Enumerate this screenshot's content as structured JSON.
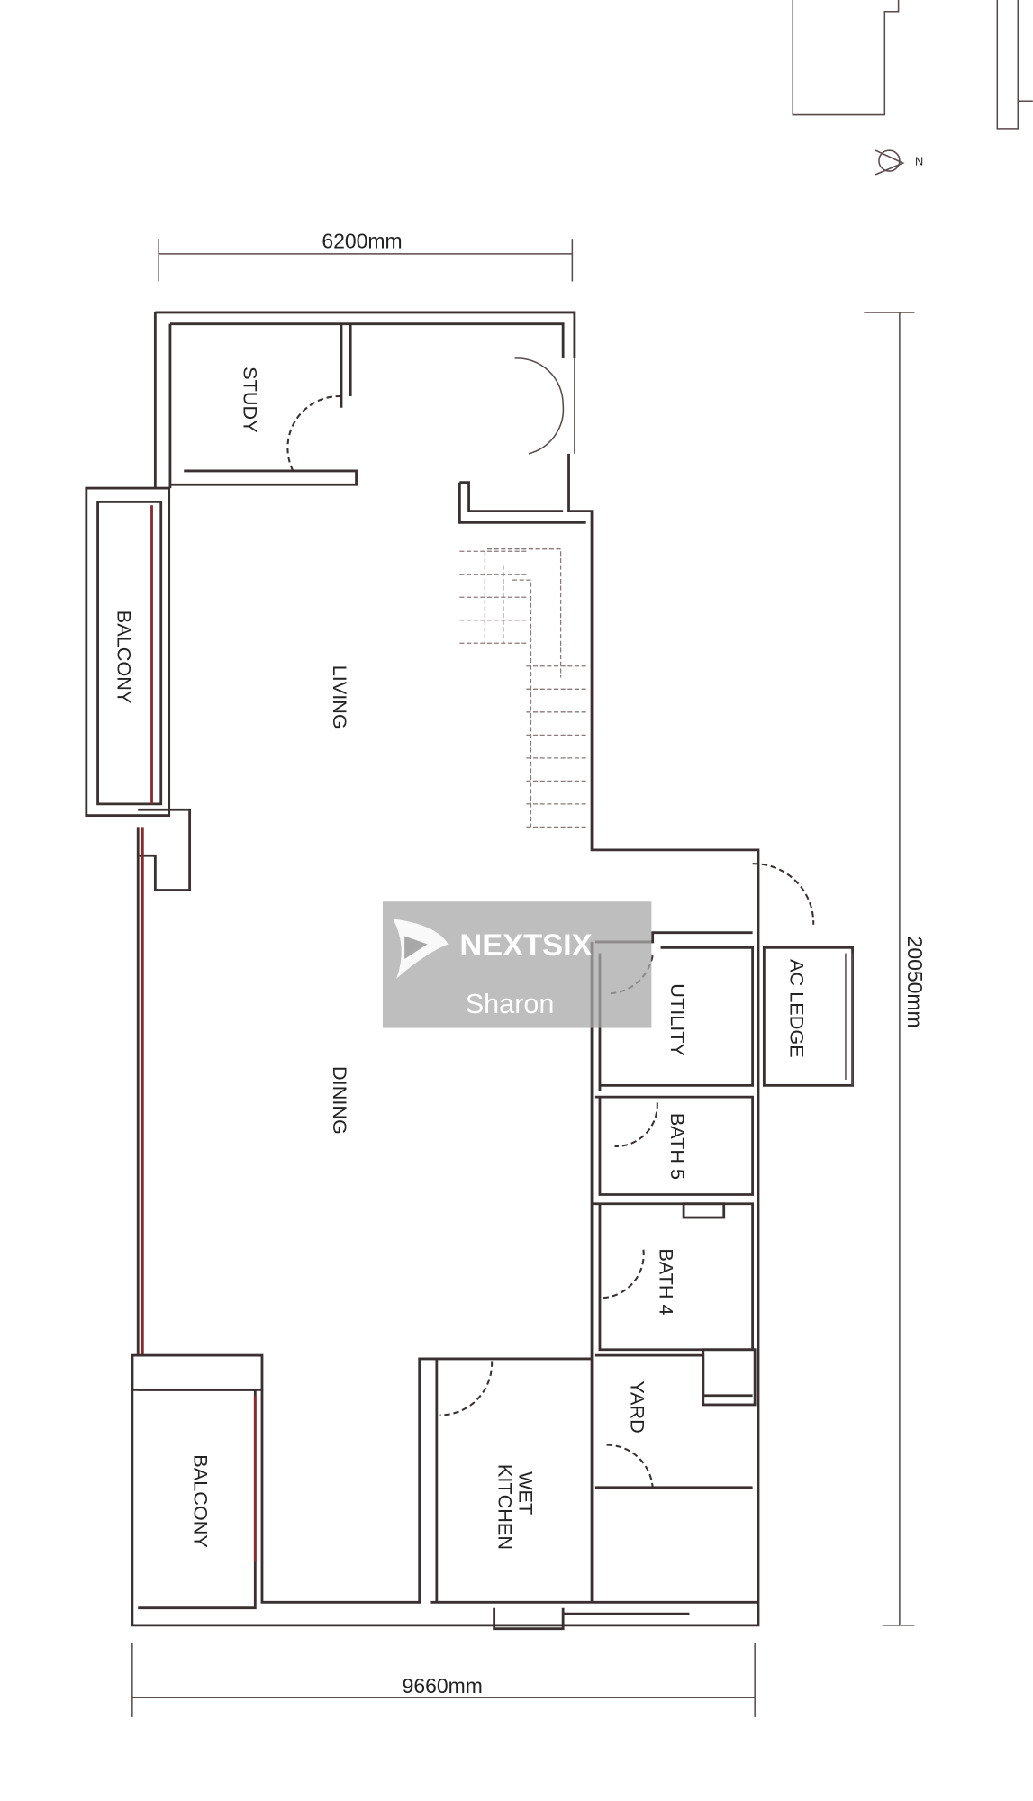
{
  "dimensions": {
    "top": "6200mm",
    "right": "20050mm",
    "bottom": "9660mm"
  },
  "compass": {
    "label": "N"
  },
  "rooms": {
    "study": "STUDY",
    "balcony_top": "BALCONY",
    "living": "LIVING",
    "dining": "DINING",
    "utility": "UTILITY",
    "ac_ledge": "AC LEDGE",
    "bath5": "BATH 5",
    "bath4": "BATH 4",
    "yard": "YARD",
    "wet_kitchen_line1": "WET",
    "wet_kitchen_line2": "KITCHEN",
    "balcony_bottom": "BALCONY"
  },
  "watermark": {
    "brand": "NEXTSIX",
    "agent": "Sharon"
  }
}
